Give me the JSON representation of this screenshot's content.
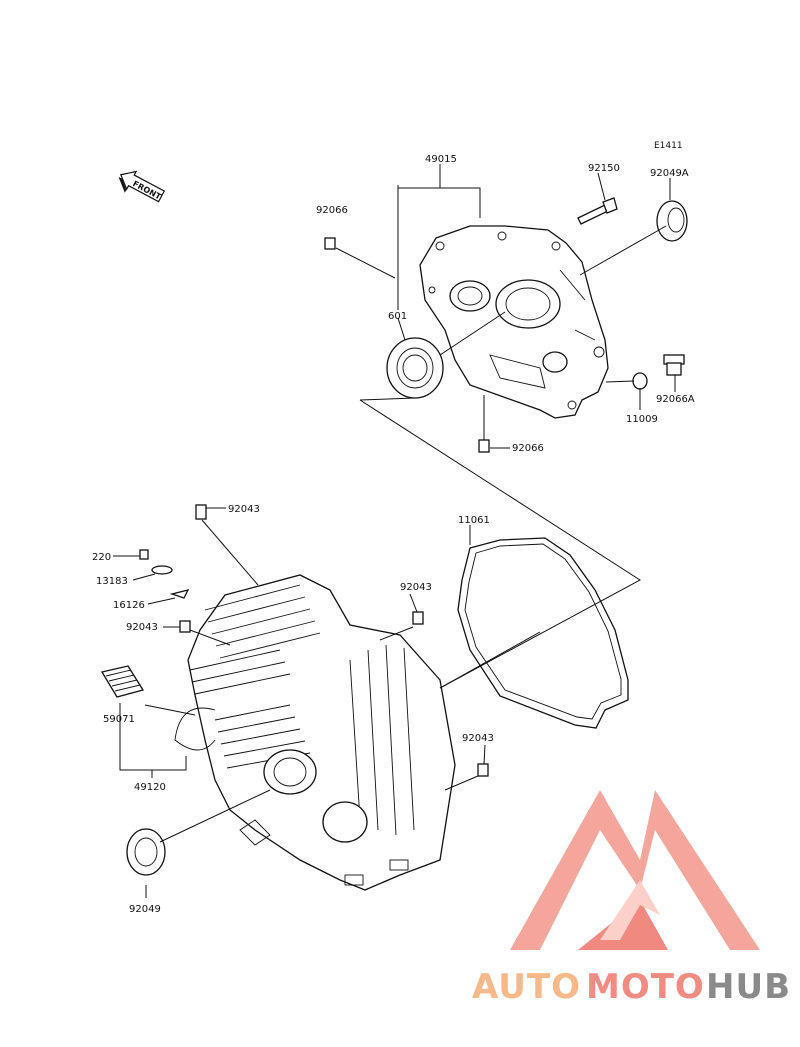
{
  "diagram_code": "E1411",
  "front_label": "FRONT",
  "part_labels": {
    "p49015": "49015",
    "p92150": "92150",
    "p92049A": "92049A",
    "p92066_top": "92066",
    "p601": "601",
    "p92066A": "92066A",
    "p11009": "11009",
    "p92066_bottom": "92066",
    "p92043_top": "92043",
    "p11061": "11061",
    "p220": "220",
    "p13183": "13183",
    "p16126": "16126",
    "p92043_mid_right": "92043",
    "p92043_left": "92043",
    "p59071": "59071",
    "p49120": "49120",
    "p92043_right": "92043",
    "p92049": "92049"
  },
  "logo": {
    "auto": "AUTO",
    "moto": "MOTO",
    "hub": "HUB",
    "colors": {
      "auto": "#f7b98a",
      "moto": "#f28b82",
      "hub": "#8a8a8a",
      "mark": "#f08a80"
    }
  }
}
